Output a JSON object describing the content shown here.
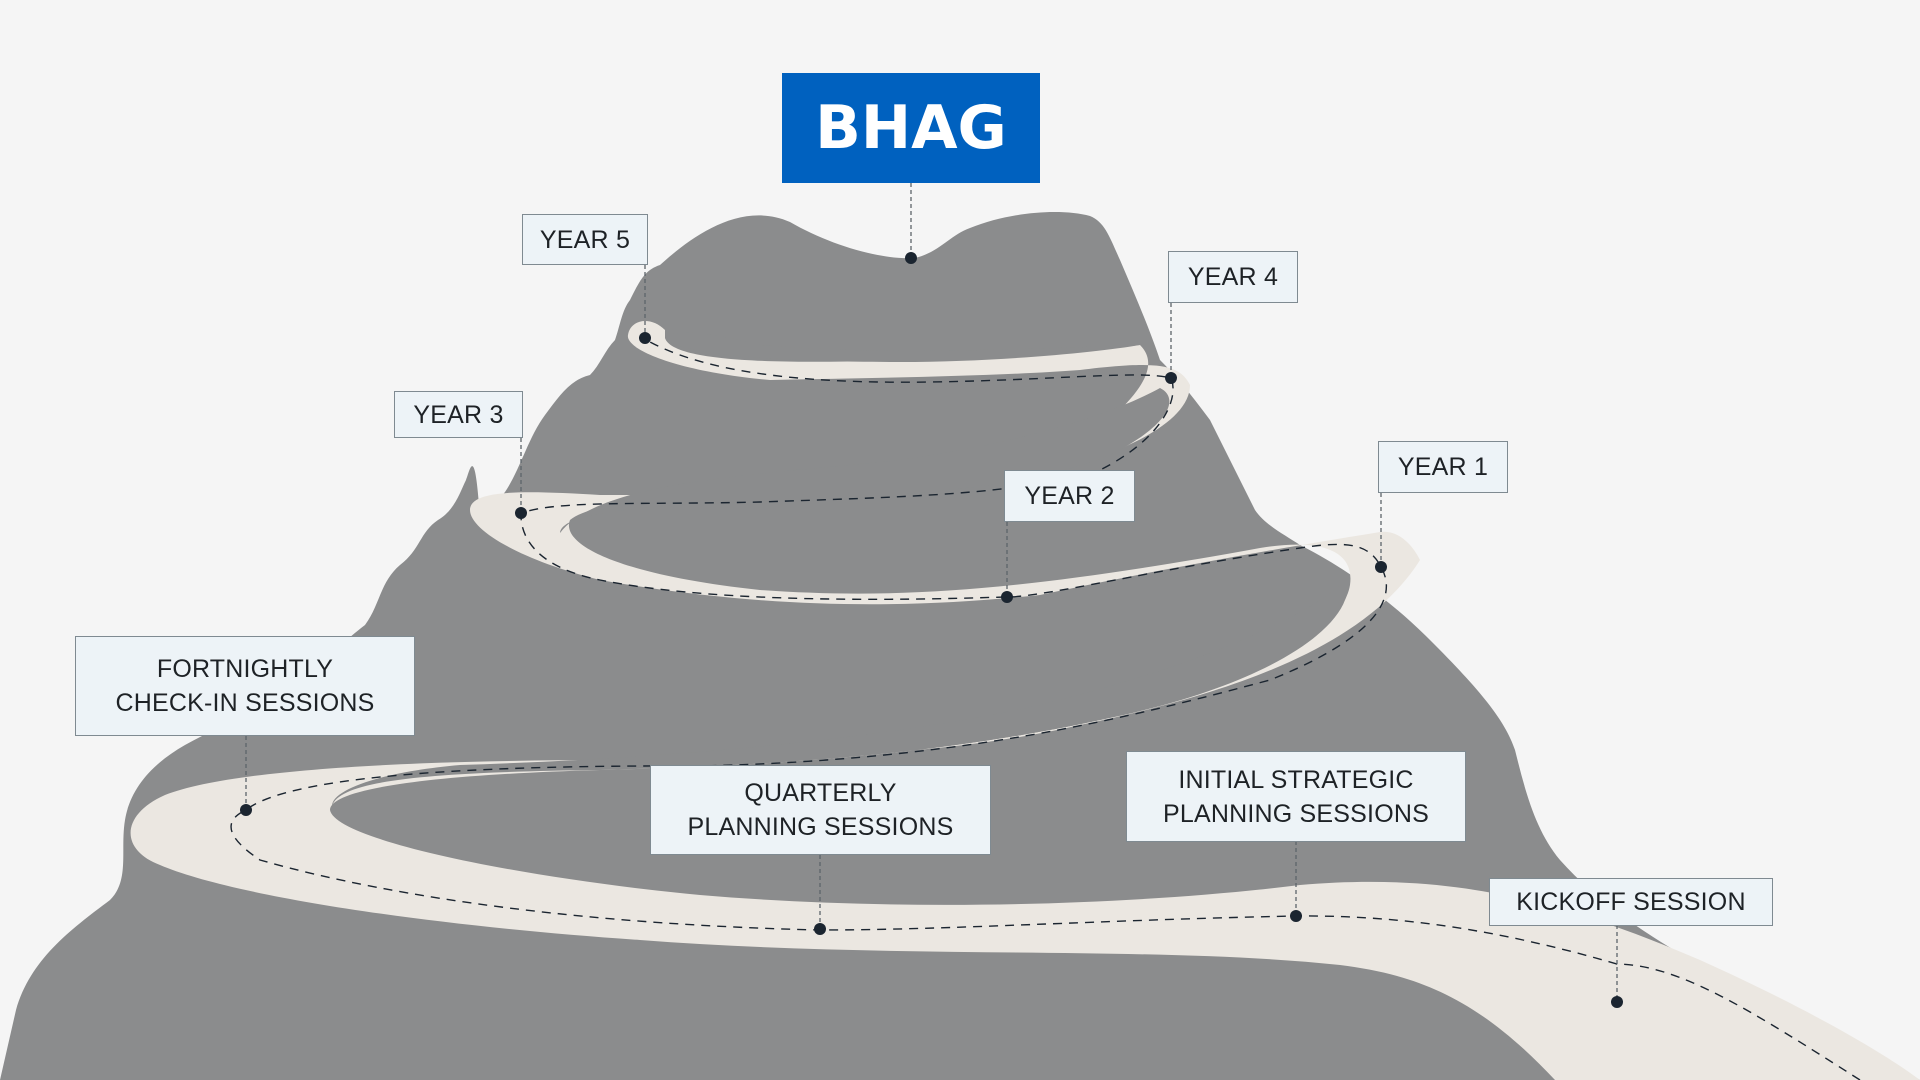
{
  "goal": {
    "label": "BHAG",
    "color": "#0061bf"
  },
  "colors": {
    "background": "#f5f5f5",
    "mountain": "#8b8c8d",
    "road": "#ebe7e1",
    "label_fill": "#edf3f7",
    "label_border": "#7f8a91",
    "marker": "#1b2530"
  },
  "milestones": [
    {
      "id": "kickoff",
      "lines": [
        "KICKOFF SESSION"
      ]
    },
    {
      "id": "initial",
      "lines": [
        "INITIAL STRATEGIC",
        "PLANNING SESSIONS"
      ]
    },
    {
      "id": "quarterly",
      "lines": [
        "QUARTERLY",
        "PLANNING SESSIONS"
      ]
    },
    {
      "id": "fortnightly",
      "lines": [
        "FORTNIGHTLY",
        "CHECK-IN SESSIONS"
      ]
    },
    {
      "id": "year1",
      "lines": [
        "YEAR 1"
      ]
    },
    {
      "id": "year2",
      "lines": [
        "YEAR 2"
      ]
    },
    {
      "id": "year3",
      "lines": [
        "YEAR 3"
      ]
    },
    {
      "id": "year4",
      "lines": [
        "YEAR 4"
      ]
    },
    {
      "id": "year5",
      "lines": [
        "YEAR 5"
      ]
    }
  ]
}
